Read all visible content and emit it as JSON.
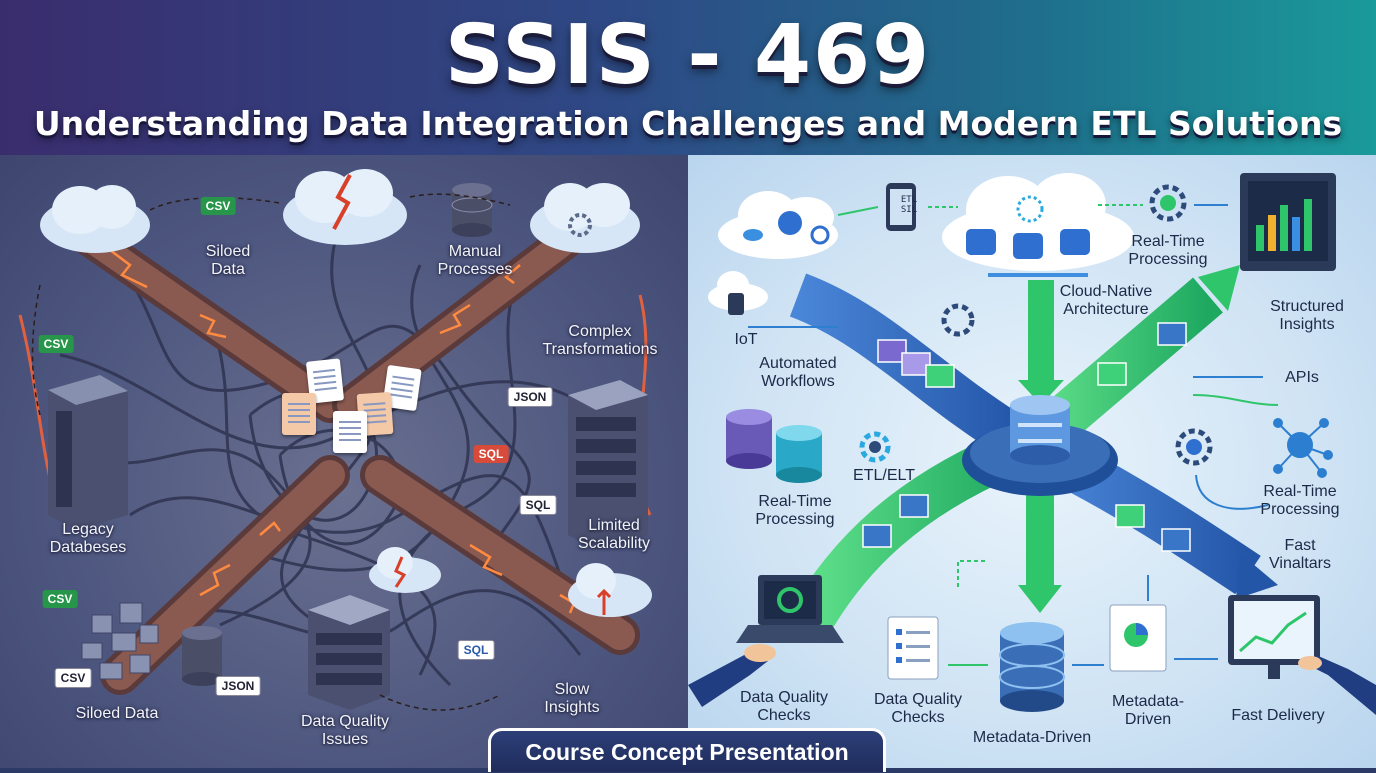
{
  "header": {
    "title": "SSIS - 469",
    "subtitle": "Understanding Data Integration Challenges and Modern ETL Solutions"
  },
  "left_panel": {
    "labels": {
      "siloed_data_top": "Siloed\nData",
      "manual_processes": "Manual\nProcesses",
      "complex_transformations": "Complex\nTransformations",
      "legacy_databases": "Legacy\nDatabeses",
      "limited_scalability": "Limited\nScalability",
      "siloed_data_bottom": "Siloed Data",
      "data_quality_issues": "Data Quality\nIssues",
      "slow_insights": "Slow\nInsights"
    },
    "badges": {
      "csv_top": "CSV",
      "csv_left": "CSV",
      "csv_bottom_left": "CSV",
      "csv_bottom": "CSV",
      "json_right": "JSON",
      "json_bottom": "JSON",
      "sql_right": "SQL",
      "sql_right2": "SQL",
      "sql_bottom": "SQL"
    }
  },
  "right_panel": {
    "labels": {
      "real_time_processing_top": "Real-Time\nProcessing",
      "structured_insights": "Structured\nInsights",
      "cloud_native": "Cloud-Native\nArchitecture",
      "iot": "IoT",
      "automated_workflows": "Automated\nWorkflows",
      "apis": "APIs",
      "etl_elt": "ETL/ELT",
      "real_time_processing_left": "Real-Time\nProcessing",
      "real_time_processing_right": "Real-Time\nProcessing",
      "fast_vinaltars": "Fast\nVinaltars",
      "data_quality_checks_1": "Data Quality\nChecks",
      "data_quality_checks_2": "Data Quality\nChecks",
      "metadata_driven_1": "Metadata-Driven",
      "metadata_driven_2": "Metadata-\nDriven",
      "fast_delivery": "Fast Delivery"
    },
    "phone_text": "ETL\nSIL"
  },
  "footer": {
    "label": "Course Concept Presentation"
  },
  "colors": {
    "pipe_left": "#7a4a44",
    "glow_left": "#ff7a3a",
    "flow_green": "#2fc56a",
    "flow_blue": "#2f7fd0",
    "hub_blue": "#3a6fb8"
  }
}
